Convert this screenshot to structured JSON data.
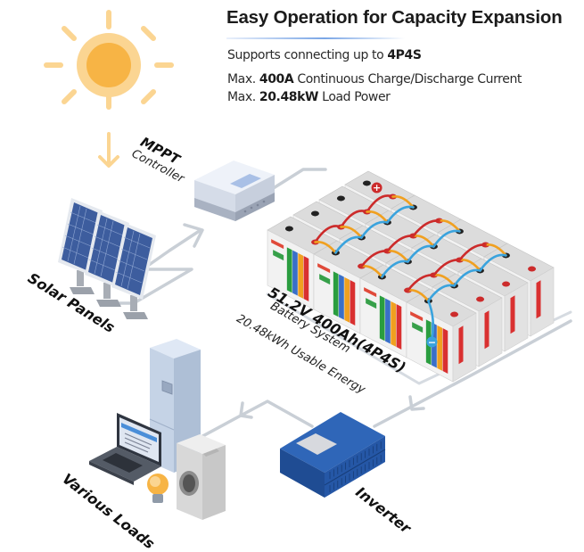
{
  "header": {
    "title": "Easy Operation for Capacity Expansion",
    "specs": [
      {
        "prefix": "Supports connecting up to ",
        "value": "4P4S",
        "suffix": ""
      },
      {
        "prefix": "Max. ",
        "value": "400A",
        "suffix": " Continuous Charge/Discharge Current"
      },
      {
        "prefix": "Max. ",
        "value": "20.48kW",
        "suffix": " Load Power"
      }
    ]
  },
  "components": {
    "mppt": {
      "title": "MPPT",
      "subtitle": "Controller"
    },
    "solar": {
      "title": "Solar Panels"
    },
    "battery": {
      "title": "51.2V 400Ah(4P4S)",
      "line2": "Battery System",
      "line3": "20.48kWh Usable Energy",
      "positive_symbol": "+",
      "negative_symbol": "−"
    },
    "loads": {
      "title": "Various Loads"
    },
    "inverter": {
      "title": "Inverter"
    }
  },
  "colors": {
    "sun": "#f7b445",
    "sun_ray": "#fbd592",
    "connector_line": "#c9cfd6",
    "panel_blue": "#3d5d9e",
    "mppt_body": "#dfe6f2",
    "battery_case": "#e6e6e6",
    "cable_red": "#cc2b2b",
    "cable_blue": "#3aa3dd",
    "cable_orange": "#f0a020",
    "inverter_blue": "#2f66b8",
    "fridge": "#c5d3e6"
  }
}
